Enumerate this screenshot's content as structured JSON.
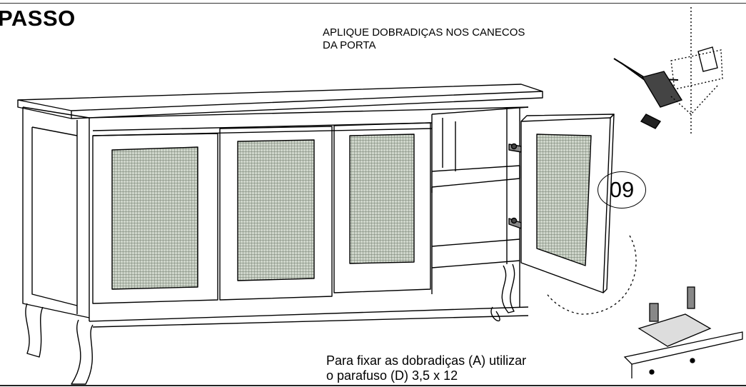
{
  "header": {
    "title": "PASSO"
  },
  "instruction": {
    "line1": "APLIQUE DOBRADIÇAS NOS CANECOS",
    "line2": "DA PORTA"
  },
  "step": {
    "number": "09"
  },
  "note": {
    "line1": "Para fixar as dobradiças (A) utilizar",
    "line2": "o parafuso (D) 3,5 x 12"
  }
}
